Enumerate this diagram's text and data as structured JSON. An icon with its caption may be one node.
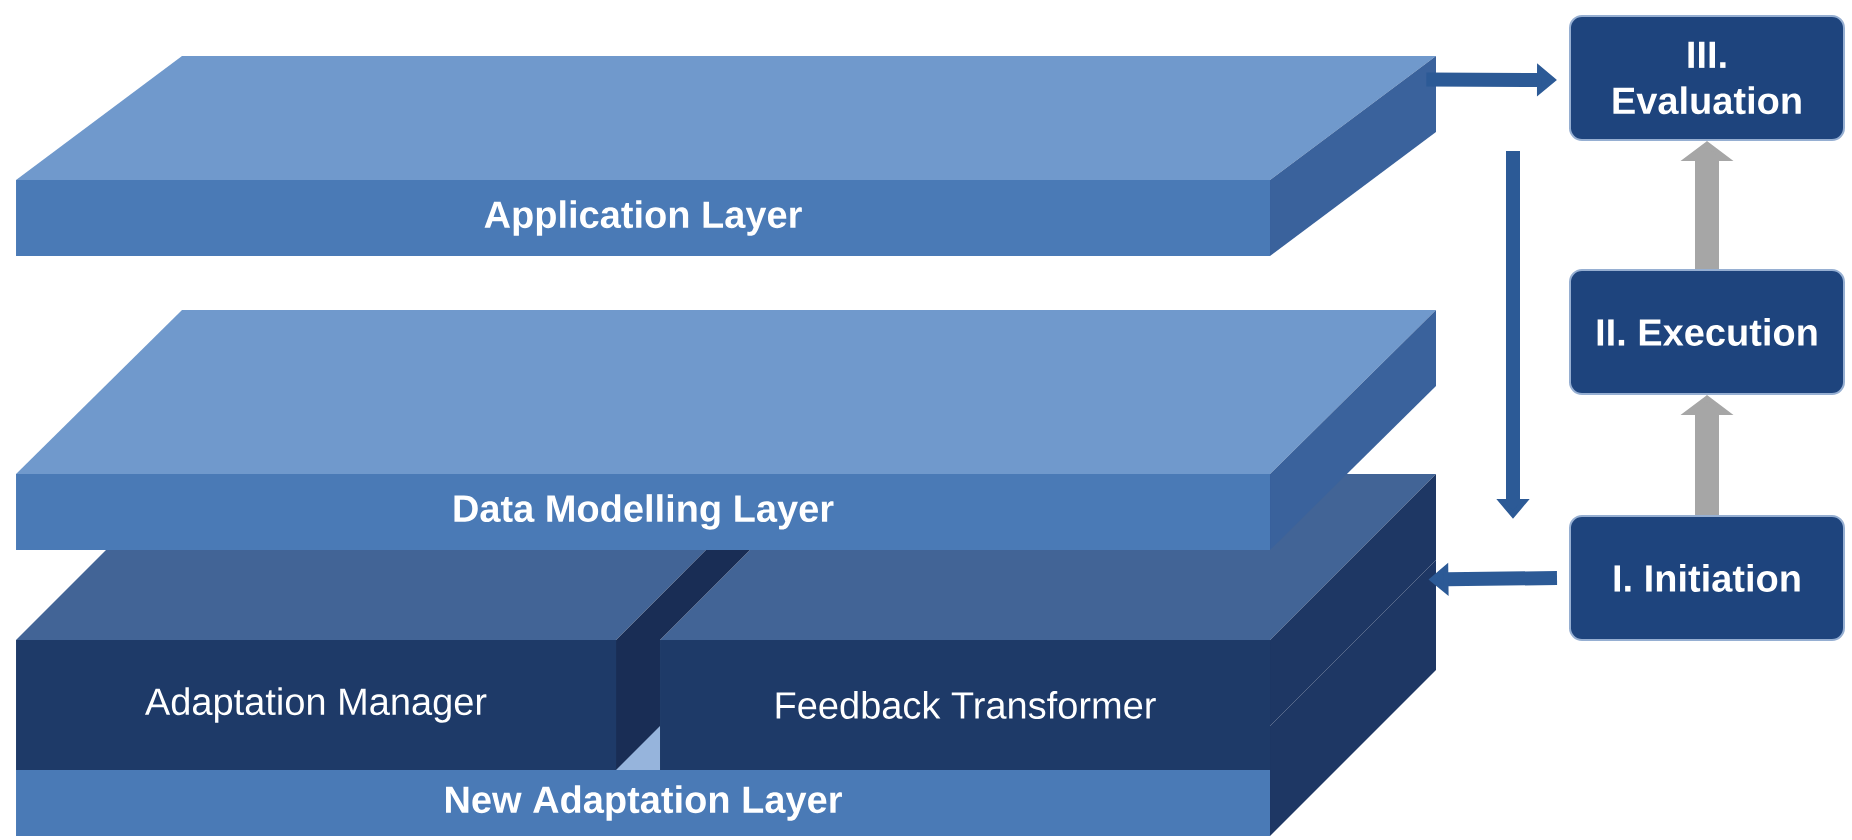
{
  "diagram": {
    "nodes": [
      {
        "text": [
          "Application Layer"
        ]
      },
      {
        "text": [
          "Data Modelling Layer"
        ]
      },
      {
        "text": [
          "New Adaptation Layer"
        ]
      },
      {
        "text": [
          "Adaptation Manager"
        ],
        "in": 2
      },
      {
        "text": [
          "Feedback Transformer"
        ],
        "in": 2
      },
      {
        "text": [
          "III. Evaluation"
        ]
      },
      {
        "text": [
          "II. Execution"
        ]
      },
      {
        "text": [
          "I. Initiation"
        ]
      }
    ],
    "edges": [
      {
        "from": 0,
        "to": 5,
        "arrow": "to"
      },
      {
        "from": 5,
        "to": 7,
        "arrow": "to"
      },
      {
        "from": 7,
        "to": 2,
        "arrow": "to"
      },
      {
        "from": 7,
        "to": 6,
        "arrow": "to",
        "color": "#a6a6a6"
      },
      {
        "from": 6,
        "to": 5,
        "arrow": "to",
        "color": "#a6a6a6"
      }
    ]
  }
}
